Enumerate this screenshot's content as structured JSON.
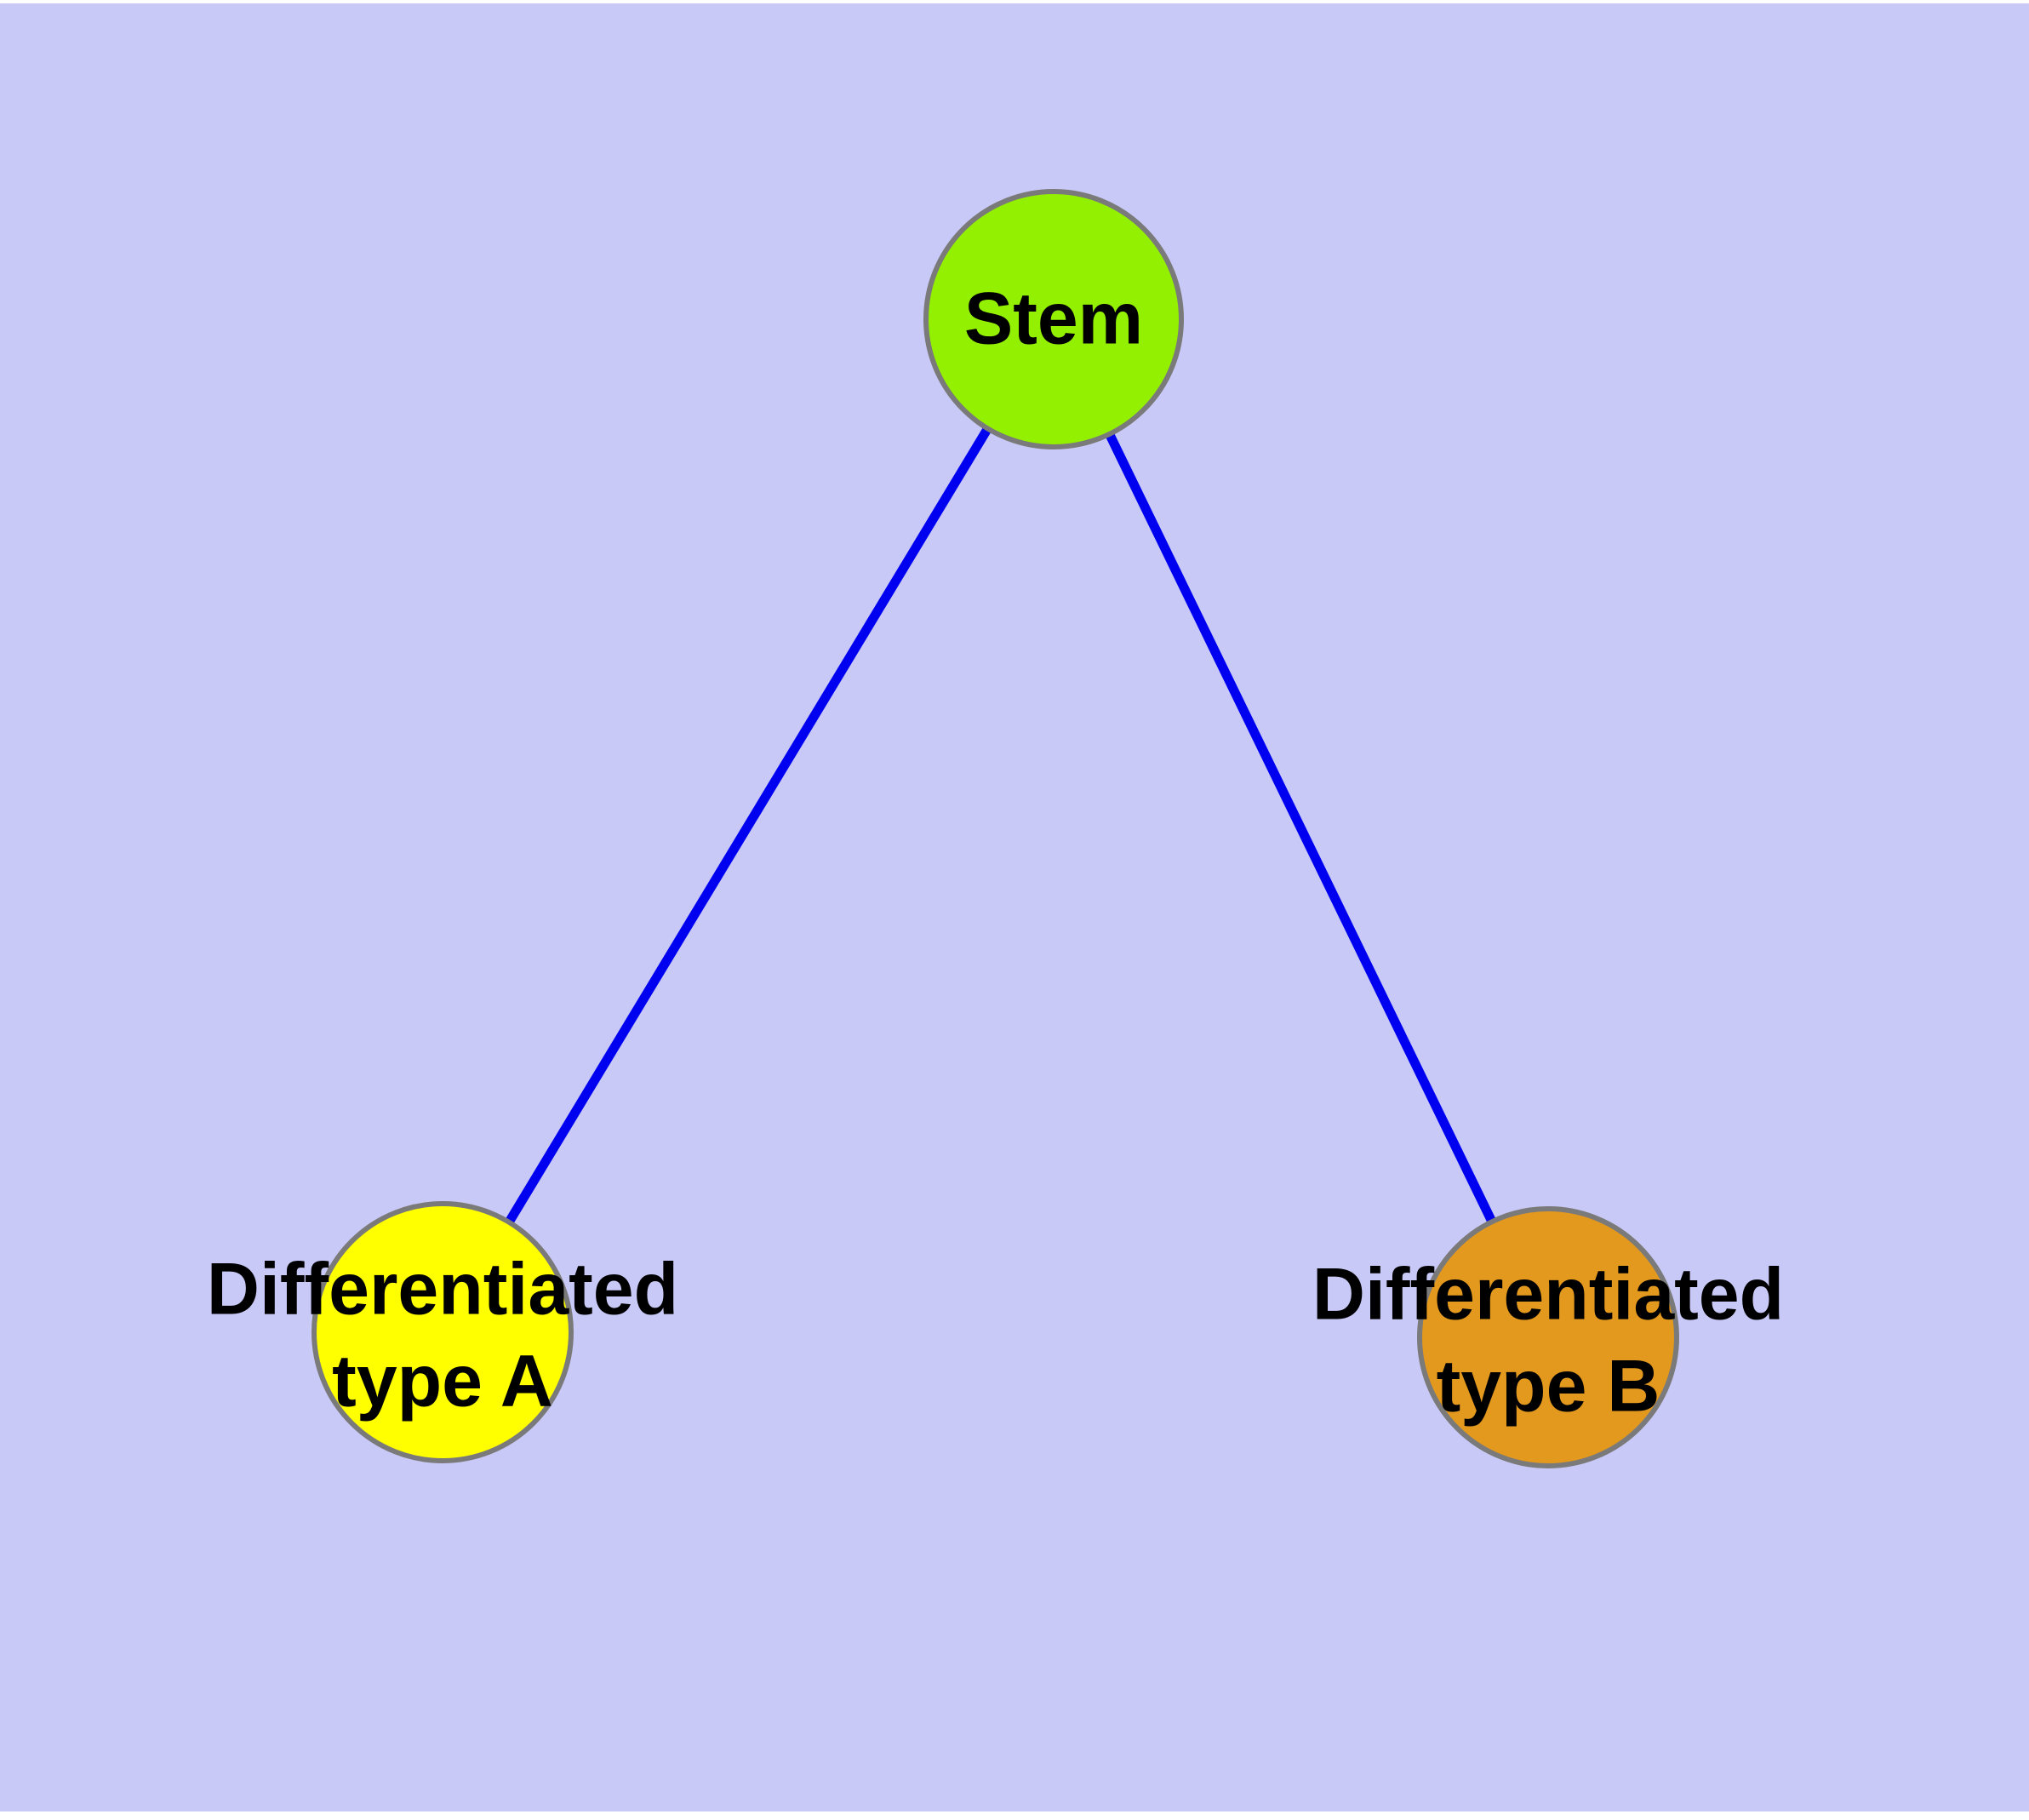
{
  "diagram": {
    "title": "",
    "background_color": "#c9c9f7",
    "frame_color": "#ffffff",
    "label_color": "#000000",
    "edge_color": "#0000f0",
    "node_border_color": "#7a7a7a",
    "nodes": [
      {
        "id": "stem",
        "label": "Stem",
        "fill": "#93f000"
      },
      {
        "id": "type-a",
        "label": "Differentiated\ntype A",
        "fill": "#ffff00"
      },
      {
        "id": "type-b",
        "label": "Differentiated\ntype B",
        "fill": "#e3981e"
      }
    ],
    "edges": [
      {
        "from": "stem",
        "to": "type-a"
      },
      {
        "from": "stem",
        "to": "type-b"
      }
    ]
  }
}
